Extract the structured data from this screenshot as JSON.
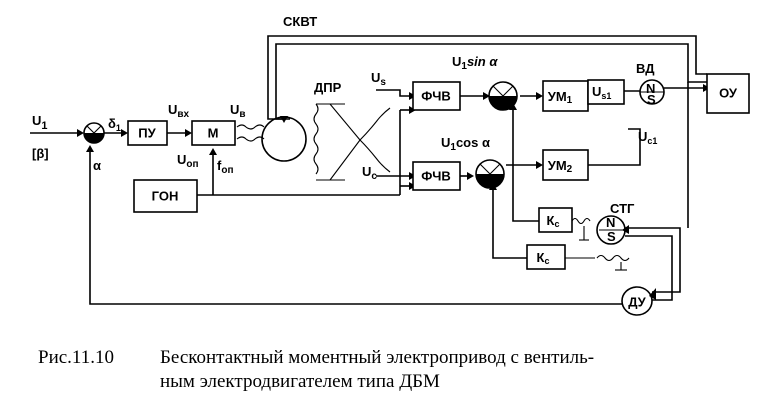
{
  "blocks": {
    "pu": "ПУ",
    "m": "М",
    "gon": "ГОН",
    "fchv1": "ФЧВ",
    "fchv2": "ФЧВ",
    "um1": "УМ",
    "um1_sub": "1",
    "um2": "УМ",
    "um2_sub": "2",
    "ou": "ОУ",
    "kc1": "К",
    "kc1_sub": "с",
    "kc2": "К",
    "kc2_sub": "с",
    "du": "ДУ",
    "skvt": "СКВТ",
    "dpr": "ДПР",
    "vd": "ВД",
    "stg": "СТГ",
    "ns_n": "N",
    "ns_s": "S"
  },
  "signals": {
    "u1": "U",
    "u1_sub": "1",
    "beta": "[β]",
    "alpha_in": "α",
    "delta": "δ",
    "delta_sub": "1",
    "uvx": "U",
    "uvx_sub": "вх",
    "uv": "U",
    "uv_sub": "в",
    "uop": "U",
    "uop_sub": "оп",
    "fop": "f",
    "fop_sub": "оп",
    "us": "U",
    "us_sub": "s",
    "uc": "U",
    "uc_sub": "c",
    "u1sin": "U",
    "u1sin_sub": "1",
    "u1sin_rest": "sin α",
    "u1cos": "U",
    "u1cos_sub": "1",
    "u1cos_rest": "cos α",
    "us1": "U",
    "us1_sub": "s1",
    "uc1": "U",
    "uc1_sub": "c1"
  },
  "caption": {
    "number": "Рис.11.10",
    "line1": "Бесконтактный моментный электропривод с вентиль-",
    "line2": "ным электродвигателем типа ДБМ"
  }
}
